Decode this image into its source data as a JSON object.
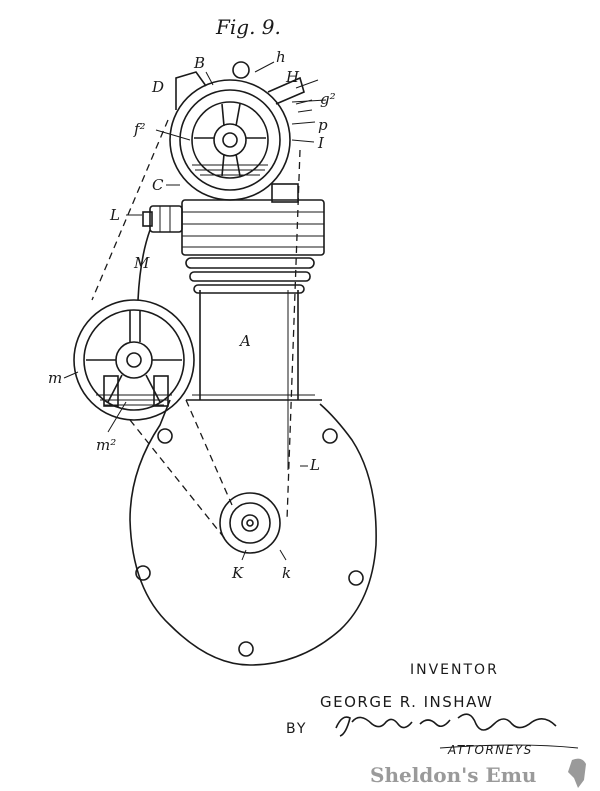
{
  "figure": {
    "title": "Fig. 9."
  },
  "labels": {
    "B": "B",
    "D": "D",
    "h": "h",
    "H": "H",
    "g2": "g²",
    "p": "p",
    "f2": "f²",
    "I": "I",
    "C": "C",
    "L_upper": "L",
    "M": "M",
    "A": "A",
    "m": "m",
    "m2": "m²",
    "L_lower": "L",
    "K": "K",
    "k": "k"
  },
  "inventor": {
    "heading": "INVENTOR",
    "name": "GEORGE R. INSHAW",
    "by": "BY",
    "signature": "Howson and Howson",
    "attorneys": "ATTORNEYS"
  },
  "watermark": {
    "text": "Sheldon's Emu"
  }
}
